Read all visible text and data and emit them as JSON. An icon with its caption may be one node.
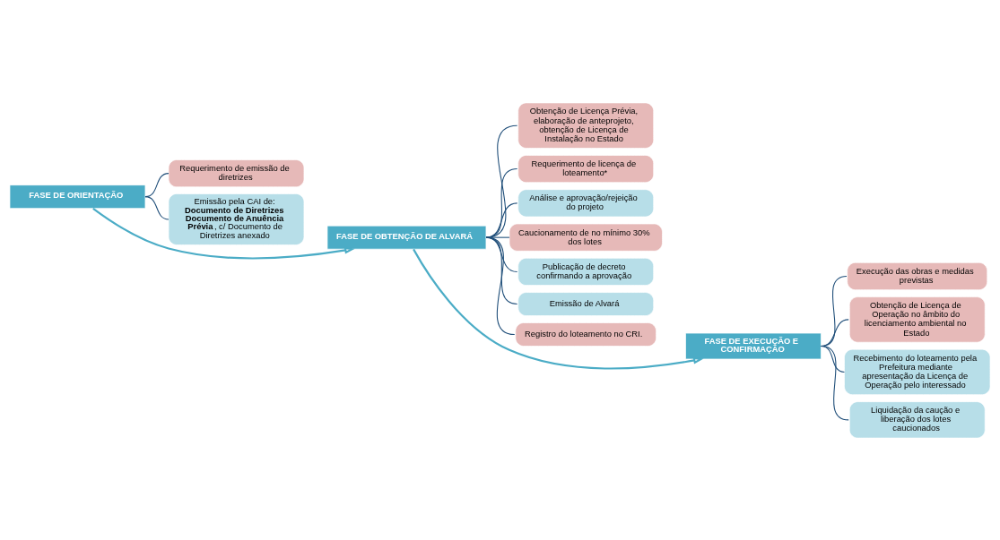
{
  "diagram": {
    "nodes": [
      {
        "text": [
          "FASE DE ORIENTAÇÃO"
        ]
      },
      {
        "text": [
          "Requerimento de emissão de diretrizes"
        ]
      },
      {
        "text": [
          "Emissão pela CAI de:",
          "**Documento de Diretrizes**",
          "**Documento de Anuência Prévia**, c/ Documento de Diretrizes anexado"
        ]
      },
      {
        "text": [
          "FASE DE OBTENÇÃO DE ALVARÁ"
        ]
      },
      {
        "text": [
          "Obtenção de Licença Prévia, elaboração de anteprojeto, obtenção de Licença de Instalação no Estado"
        ]
      },
      {
        "text": [
          "Requerimento de licença de loteamento*"
        ]
      },
      {
        "text": [
          "Análise e aprovação/rejeição do projeto"
        ]
      },
      {
        "text": [
          "Caucionamento de no mínimo 30% dos lotes"
        ]
      },
      {
        "text": [
          "Publicação de decreto confirmando a aprovação"
        ]
      },
      {
        "text": [
          "Emissão de Alvará"
        ]
      },
      {
        "text": [
          "Registro do loteamento no CRI."
        ]
      },
      {
        "text": [
          "FASE DE EXECUÇÃO E CONFIRMAÇÃO"
        ]
      },
      {
        "text": [
          "Execução das obras e medidas previstas"
        ]
      },
      {
        "text": [
          "Obtenção de Licença de Operação no âmbito do licenciamento ambiental no Estado"
        ]
      },
      {
        "text": [
          "Recebimento do loteamento pela Prefeitura mediante apresentação da Licença de Operação pelo interessado"
        ]
      },
      {
        "text": [
          "Liquidação da caução e liberação dos lotes caucionados"
        ]
      }
    ],
    "edges": [
      {
        "from": 0,
        "to": 3,
        "arrow": "to",
        "color": "#4bacc6"
      },
      {
        "from": 3,
        "to": 11,
        "arrow": "to",
        "color": "#4bacc6"
      },
      {
        "from": 0,
        "to": 1,
        "arrow": "none"
      },
      {
        "from": 0,
        "to": 2,
        "arrow": "none"
      },
      {
        "from": 3,
        "to": 4,
        "arrow": "none"
      },
      {
        "from": 3,
        "to": 5,
        "arrow": "none"
      },
      {
        "from": 3,
        "to": 6,
        "arrow": "none"
      },
      {
        "from": 3,
        "to": 7,
        "arrow": "none"
      },
      {
        "from": 3,
        "to": 8,
        "arrow": "none"
      },
      {
        "from": 3,
        "to": 9,
        "arrow": "none"
      },
      {
        "from": 3,
        "to": 10,
        "arrow": "none"
      },
      {
        "from": 11,
        "to": 12,
        "arrow": "none"
      },
      {
        "from": 11,
        "to": 13,
        "arrow": "none"
      },
      {
        "from": 11,
        "to": 14,
        "arrow": "none"
      },
      {
        "from": 11,
        "to": 15,
        "arrow": "none"
      }
    ]
  }
}
